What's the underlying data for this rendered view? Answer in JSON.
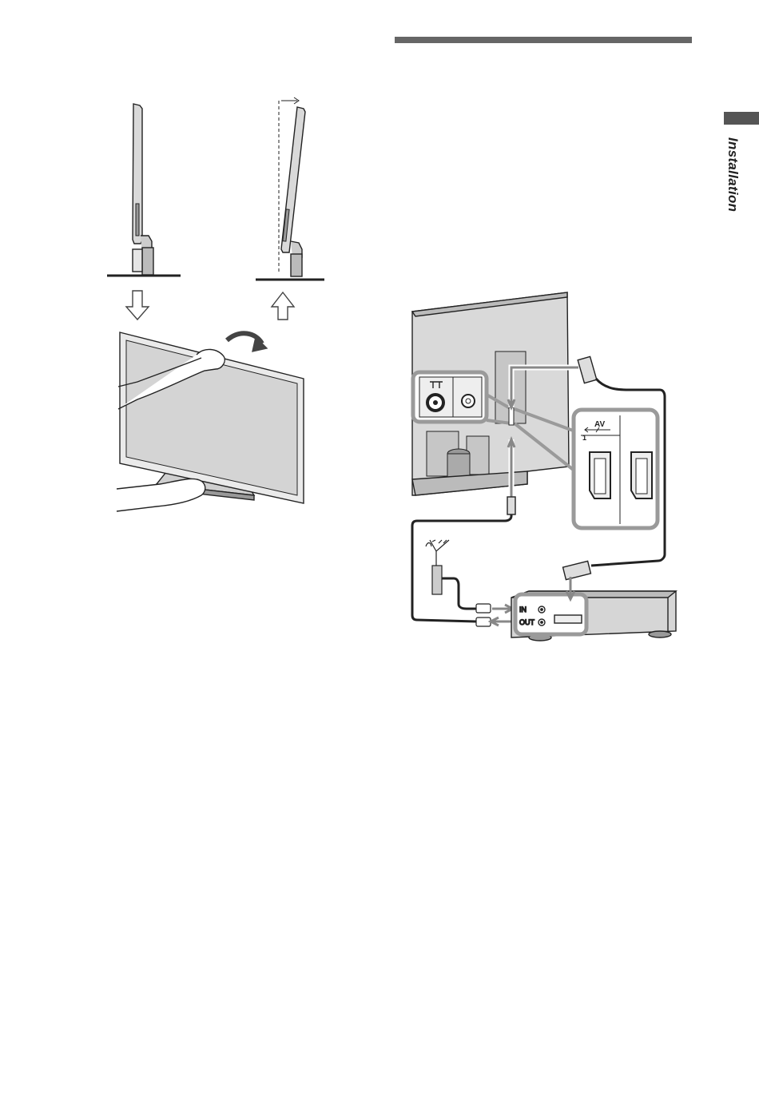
{
  "page": {
    "side_tab_label": "Installation"
  },
  "diagram": {
    "av_label": "AV",
    "av_number": "1",
    "recorder_in_label": "IN",
    "recorder_out_label": "OUT"
  },
  "colors": {
    "section_rule": "#666666",
    "connector_box": "#9a9a9a",
    "line_art": "#222222",
    "screen_fill": "#d9d9d9"
  }
}
